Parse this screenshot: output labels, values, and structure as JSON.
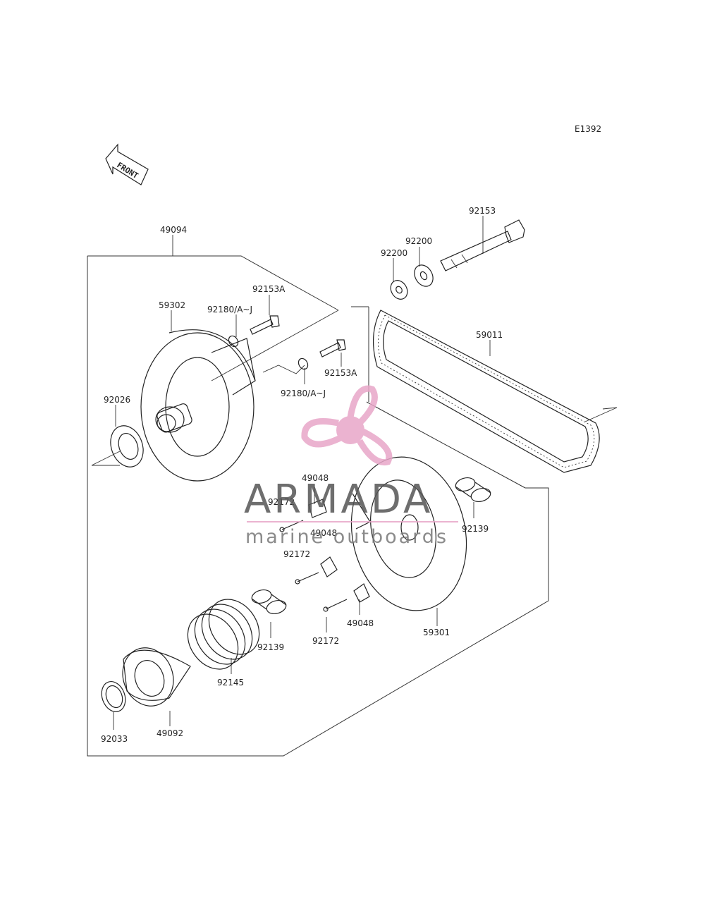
{
  "diagram_code": "E1392",
  "front_marker": "FRONT",
  "watermark": {
    "brand": "ARMADA",
    "tagline": "marine outboards",
    "brand_color": "#333333",
    "accent_color": "#e8a6c8"
  },
  "parts": [
    {
      "number": "49094"
    },
    {
      "number": "92153"
    },
    {
      "number": "92200"
    },
    {
      "number": "92200"
    },
    {
      "number": "92153A"
    },
    {
      "number": "92180/A~J"
    },
    {
      "number": "59302"
    },
    {
      "number": "59011"
    },
    {
      "number": "92153A"
    },
    {
      "number": "92180/A~J"
    },
    {
      "number": "92026"
    },
    {
      "number": "49048"
    },
    {
      "number": "92172"
    },
    {
      "number": "49048"
    },
    {
      "number": "92172"
    },
    {
      "number": "92139"
    },
    {
      "number": "59301"
    },
    {
      "number": "92139"
    },
    {
      "number": "92172"
    },
    {
      "number": "49048"
    },
    {
      "number": "92145"
    },
    {
      "number": "92033"
    },
    {
      "number": "49092"
    }
  ]
}
